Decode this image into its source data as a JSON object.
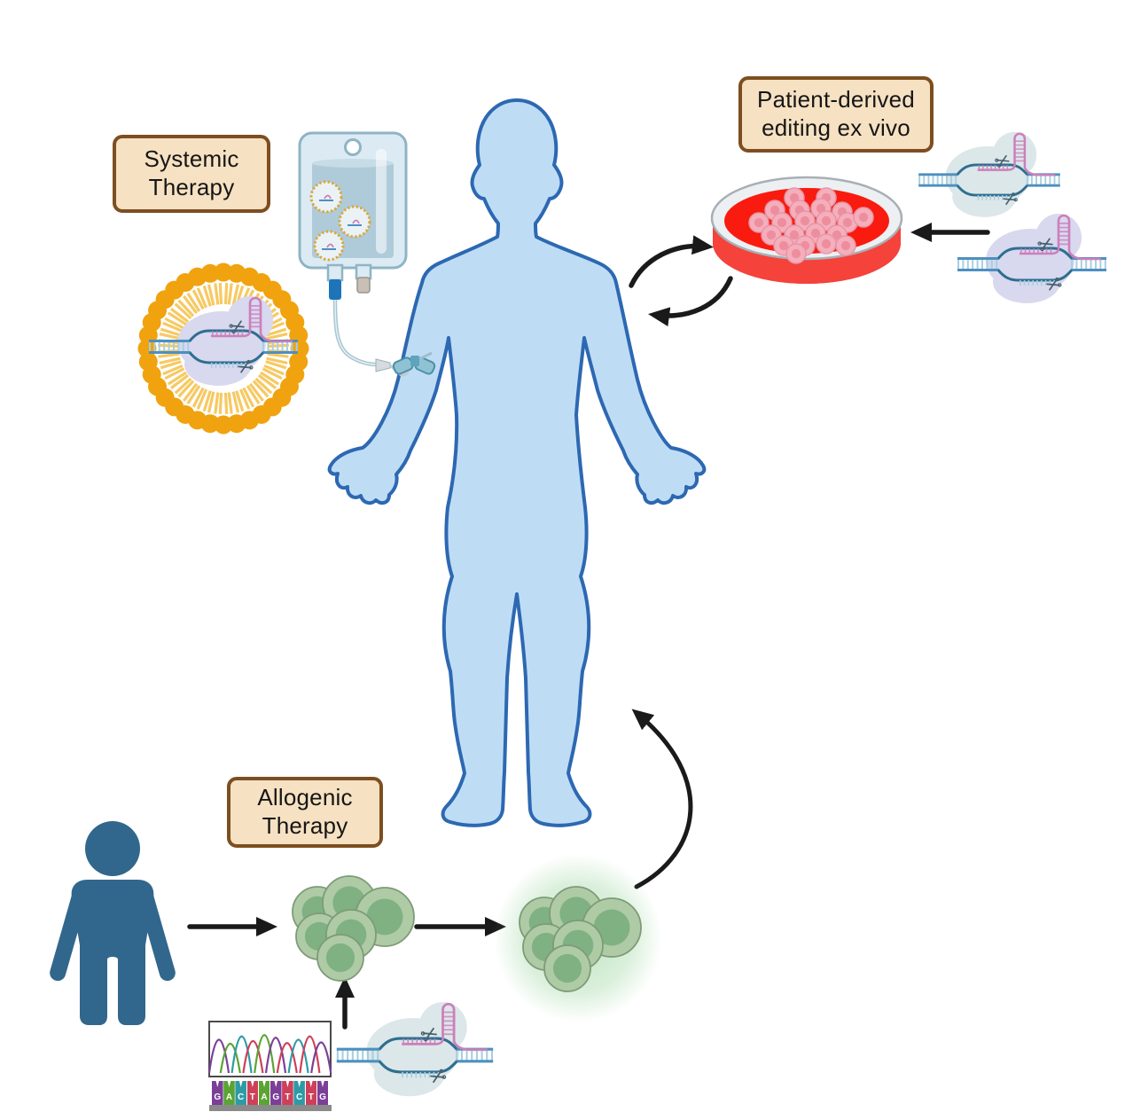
{
  "labels": {
    "systemic_therapy": {
      "line1": "Systemic",
      "line2": "Therapy"
    },
    "patient_derived": {
      "line1": "Patient-derived",
      "line2": "editing ex vivo"
    },
    "allogenic_therapy": {
      "line1": "Allogenic",
      "line2": "Therapy"
    }
  },
  "chromatogram": {
    "sequence": [
      "G",
      "A",
      "C",
      "T",
      "A",
      "G",
      "T",
      "C",
      "T",
      "G"
    ],
    "base_colors": {
      "G": "#7B3F98",
      "A": "#5BA434",
      "C": "#2D9BA5",
      "T": "#CE4059"
    },
    "peak_heights": [
      50,
      44,
      55,
      48,
      57,
      53,
      45,
      50,
      55,
      46
    ]
  },
  "icons": {
    "patient-body-icon": "human-silhouette",
    "donor-person-icon": "person-pictogram",
    "iv-bag-icon": "infusion-bag",
    "butterfly-needle-icon": "winged-infusion-set",
    "lipid-nanoparticle-icon": "lipid-ring",
    "cas9-complex-icon": "crispr-cas9-dna-scissors",
    "petri-dish-icon": "culture-dish-with-cells",
    "cell-cluster-icon": "cell-group",
    "sequencing-chromatogram-icon": "sanger-trace",
    "scissors-icon": "crossed-lines",
    "cycle-arrows-icon": "circular-exchange-arrows"
  },
  "colors": {
    "label_bg": "#F6E1C2",
    "label_border": "#7D4E1F",
    "body_fill": "#BEDDF5",
    "body_stroke": "#2D68B2",
    "lipid_orange": "#F0A30F",
    "lipid_tail": "#F6C963",
    "dish_media": "#F91B0F",
    "dish_wall": "#F5423B",
    "dish_wall_dark": "#DE382F",
    "glass": "#EDF0F2",
    "glass_stroke": "#A8AFB5",
    "cell_pink": "#F5AFBC",
    "cell_pink_core": "#ED8E9E",
    "donor_blue": "#31678C",
    "green_cell": "#AECBA6",
    "green_cell_core": "#7FB183",
    "green_cell_stroke": "#7E9B78",
    "green_glow": "#7EC882",
    "arrow": "#1A1A1A",
    "cas9_blue_gray": "#DCE7E9",
    "cas9_lavender": "#D8D8EE",
    "dna_strand": "#4E8FC0",
    "dna_strand_dark": "#2E6E91",
    "dna_rung": "#A8CFE0",
    "grna_pink": "#CC7FBB",
    "bag_fill": "#DCEBF3",
    "bag_liquid": "#AFCBDA",
    "bag_outline": "#8FB4C6",
    "cap_blue": "#1E74B8",
    "cap_gray": "#C8C0B6",
    "tube": "#A9C7D4",
    "butterfly": "#8FC3D4",
    "butterfly_stroke": "#4E8FA6",
    "tile_bar": "#8A8A8A",
    "chrom_border": "#4A4A4A"
  }
}
